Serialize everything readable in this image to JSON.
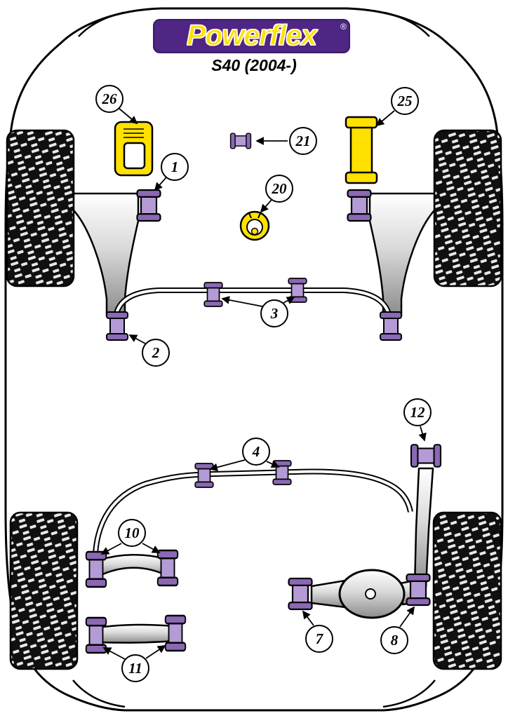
{
  "header": {
    "brand": "Powerflex",
    "registered_mark": "®",
    "model_title": "S40 (2004-)"
  },
  "callouts": {
    "c1": {
      "label": "1"
    },
    "c2": {
      "label": "2"
    },
    "c3": {
      "label": "3"
    },
    "c4": {
      "label": "4"
    },
    "c7": {
      "label": "7"
    },
    "c8": {
      "label": "8"
    },
    "c10": {
      "label": "10"
    },
    "c11": {
      "label": "11"
    },
    "c12": {
      "label": "12"
    },
    "c20": {
      "label": "20"
    },
    "c21": {
      "label": "21"
    },
    "c25": {
      "label": "25"
    },
    "c26": {
      "label": "26"
    }
  },
  "colors": {
    "logo_background": "#4F2683",
    "logo_text_yellow": "#FFE100",
    "part_yellow": "#FFE100",
    "bushing_light_purple": "#B49BD6",
    "bushing_dark_purple": "#8A68B4",
    "outline_black": "#000000",
    "metal_gray": "#8c8c8c",
    "tire_black": "#101010"
  }
}
